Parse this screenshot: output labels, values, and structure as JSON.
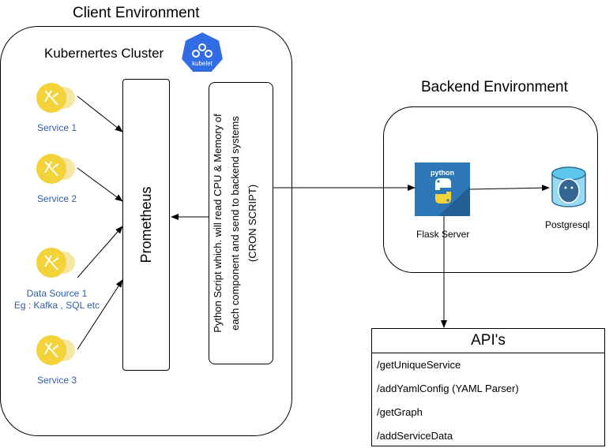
{
  "client": {
    "title": "Client Environment",
    "cluster_title": "Kubernertes Cluster",
    "kubelet_label": "kubelet",
    "services": [
      {
        "label": "Service 1"
      },
      {
        "label": "Service 2"
      },
      {
        "label": "Data Source 1",
        "sub": "Eg : Kafka , SQL etc"
      },
      {
        "label": "Service 3"
      }
    ],
    "prometheus": "Prometheus",
    "script_lines": [
      "Python Script which. will read CPU & Memory of",
      "each component and send to backend systems",
      "(CRON SCRIPT)"
    ]
  },
  "backend": {
    "title": "Backend Environment",
    "flask_label": "Flask Server",
    "python_word": "python",
    "postgres_label": "Postgresql"
  },
  "apis": {
    "title": "API's",
    "items": [
      "/getUniqueService",
      "/addYamlConfig (YAML Parser)",
      "/getGraph",
      "/addServiceData"
    ]
  },
  "colors": {
    "service_icon": "#f3d23a",
    "service_label": "#2f5ea8",
    "kubelet": "#326ce5",
    "python_tile": "#2d77b7",
    "postgres": "#336791"
  }
}
